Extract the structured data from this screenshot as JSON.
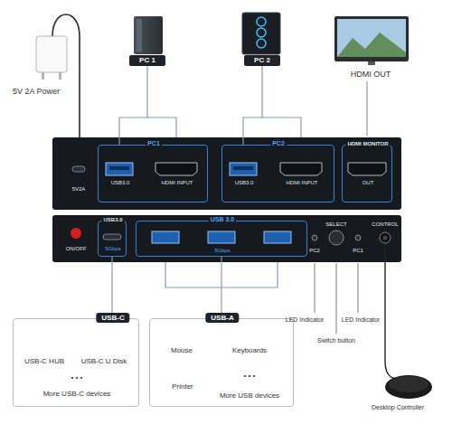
{
  "diagram": {
    "nodes": [
      {
        "text": [
          "PC 1"
        ]
      },
      {
        "text": [
          "PC 2"
        ]
      },
      {
        "text": [
          "PC1",
          "USB3.0",
          "HDMI INPUT"
        ]
      },
      {
        "text": [
          "PC2",
          "USB3.0",
          "HDMI INPUT"
        ]
      },
      {
        "text": [
          "HDMI MONITOR",
          "OUT"
        ]
      },
      {
        "text": [
          "USB3.0",
          "5Gbps"
        ]
      },
      {
        "text": [
          "USB 3.0",
          "5Gbps"
        ]
      },
      {
        "text": [
          "USB-C",
          "USB-C HUB",
          "USB-C U Disk",
          "• • •",
          "More USB-C devices"
        ]
      },
      {
        "text": [
          "USB-A",
          "Mouse",
          "Keyboards",
          "Printer",
          "• • •",
          "More USB devices"
        ]
      }
    ],
    "edges": [
      {
        "from": 0,
        "to": 2,
        "arrow": "none"
      },
      {
        "from": 1,
        "to": 3,
        "arrow": "none"
      },
      {
        "from": 5,
        "to": 7,
        "arrow": "none"
      },
      {
        "from": 6,
        "to": 8,
        "arrow": "none"
      }
    ],
    "labels": [
      "5V 2A Power",
      "HDMI OUT",
      "5V2A",
      "ON/OFF",
      "PC2",
      "SELECT",
      "PC1",
      "CONTROL",
      "LED Indicator",
      "Switch button",
      "LED Indicator",
      "Desktop Controller"
    ]
  }
}
